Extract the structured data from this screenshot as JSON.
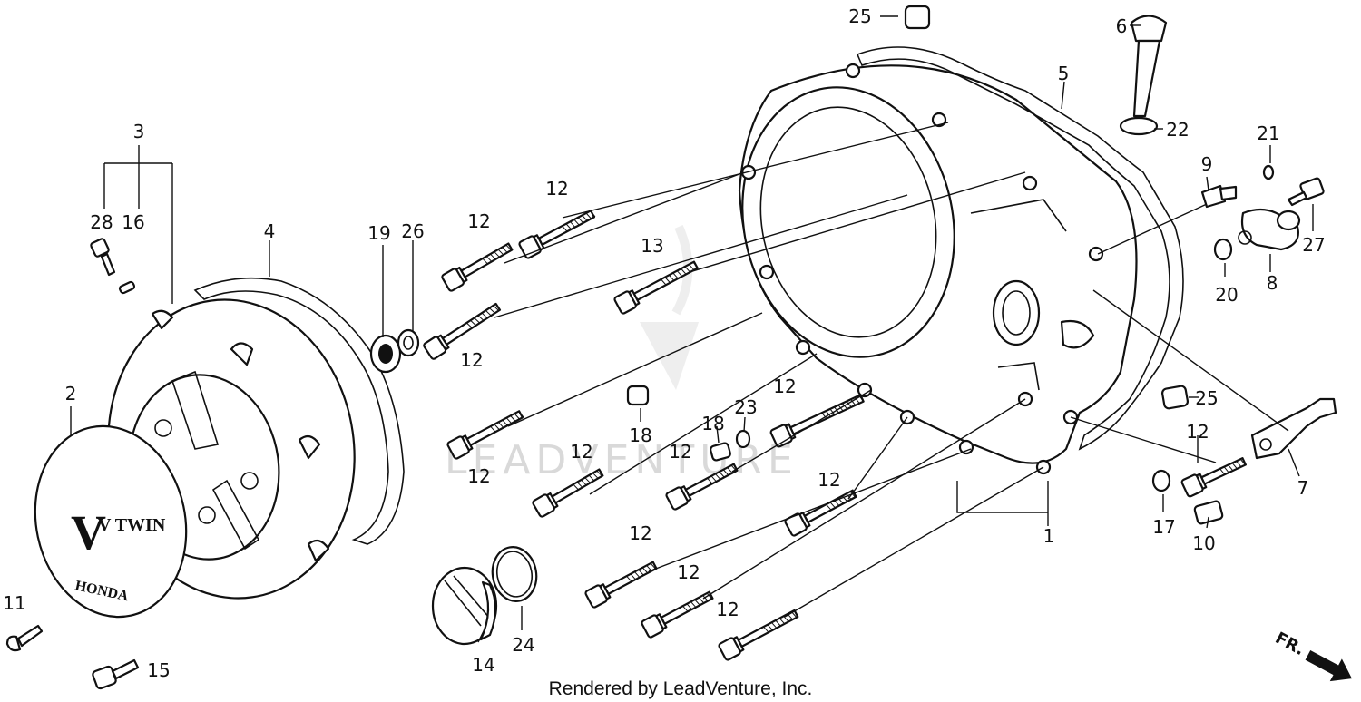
{
  "diagram": {
    "part_labels": [
      "1",
      "2",
      "3",
      "4",
      "5",
      "6",
      "7",
      "8",
      "9",
      "10",
      "11",
      "12",
      "13",
      "14",
      "15",
      "16",
      "17",
      "18",
      "19",
      "20",
      "21",
      "22",
      "23",
      "24",
      "25",
      "26",
      "27",
      "28"
    ],
    "bolt_label": "12",
    "cover_logo": {
      "brand": "HONDA",
      "model": "V TWIN"
    },
    "direction_marker": "FR.",
    "watermark": "LEADVENTURE",
    "credit": "Rendered by LeadVenture, Inc."
  }
}
